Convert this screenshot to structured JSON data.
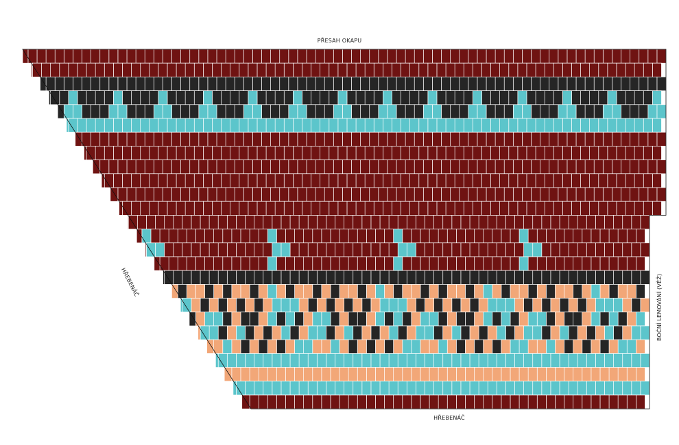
{
  "labels": {
    "eave_overhang": "PŘESAH OKAPU",
    "ridge_bottom": "HŘEBENÁČ",
    "ridge_hip": "HŘEBENÁČ",
    "side_flashing": "BOČNÍ LEMOVÁNÍ (VĚŽ)"
  },
  "colors": {
    "red": "#6f1312",
    "black": "#252525",
    "cyan": "#5cc5cb",
    "peach": "#f2a778",
    "white": "#ffffff"
  },
  "tile_grid": {
    "rows": 26,
    "columns_on_widest_row": 70,
    "legend": {
      "R": "red",
      "K": "black",
      "C": "cyan",
      "P": "peach",
      "W": "white"
    },
    "row_patterns": [
      [
        "R"
      ],
      [
        "R"
      ],
      [
        "K"
      ],
      [
        "C",
        "K",
        "K",
        "K",
        "K"
      ],
      [
        "C",
        "C",
        "K",
        "K",
        "K"
      ],
      [
        "C"
      ],
      [
        "R"
      ],
      [
        "R"
      ],
      [
        "R"
      ],
      [
        "R"
      ],
      [
        "R"
      ],
      [
        "R"
      ],
      [
        "R"
      ],
      [
        "R",
        "R",
        "R",
        "R",
        "R",
        "R",
        "R",
        "R",
        "R",
        "R",
        "R",
        "R",
        "R",
        "C"
      ],
      [
        "R",
        "R",
        "R",
        "R",
        "R",
        "R",
        "R",
        "R",
        "R",
        "R",
        "R",
        "R",
        "C",
        "C"
      ],
      [
        "R",
        "R",
        "R",
        "R",
        "R",
        "R",
        "R",
        "R",
        "R",
        "R",
        "R",
        "R",
        "R",
        "C"
      ],
      [
        "K"
      ],
      [
        "K",
        "P",
        "P",
        "K",
        "P",
        "C",
        "P",
        "K",
        "P",
        "P",
        "K",
        "P"
      ],
      [
        "P",
        "K",
        "P",
        "C",
        "C",
        "C",
        "P",
        "K",
        "P",
        "K",
        "P",
        "K"
      ],
      [
        "C",
        "P",
        "K",
        "C",
        "K",
        "C",
        "P",
        "K",
        "K",
        "P",
        "K",
        "C"
      ],
      [
        "C",
        "C",
        "P",
        "K",
        "C",
        "P",
        "K",
        "P",
        "K",
        "C",
        "P",
        "K"
      ],
      [
        "P",
        "C",
        "C",
        "P",
        "K",
        "P",
        "K",
        "P",
        "K",
        "P",
        "C",
        "P"
      ],
      [
        "C"
      ],
      [
        "P"
      ],
      [
        "C"
      ],
      [
        "R"
      ]
    ]
  }
}
